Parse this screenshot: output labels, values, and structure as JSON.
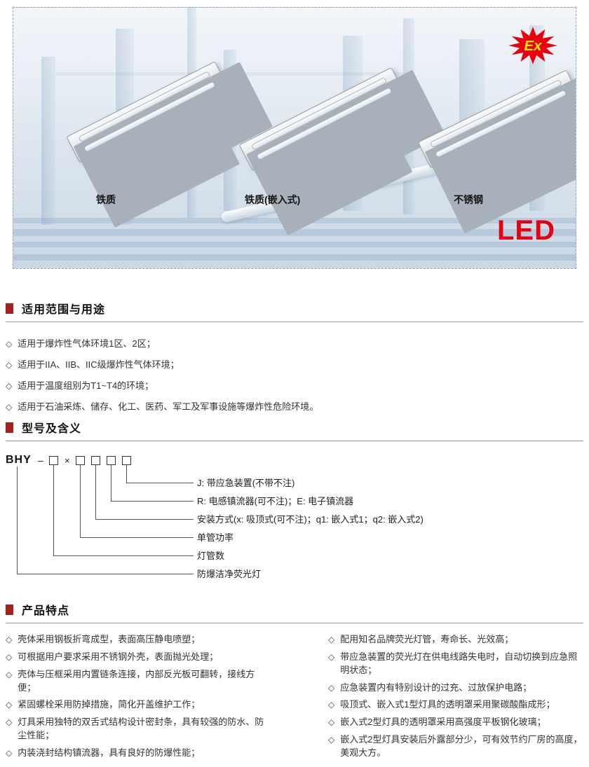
{
  "bullet": "◇",
  "hero": {
    "lamp_labels": [
      "铁质",
      "铁质(嵌入式)",
      "不锈钢"
    ],
    "ex_text": "Ex",
    "led_text": "LED"
  },
  "scope": {
    "title": "适用范围与用途",
    "items": [
      "适用于爆炸性气体环境1区、2区；",
      "适用于IIA、IIB、IIC级爆炸性气体环境；",
      "适用于温度组别为T1~T4的环境；",
      "适用于石油采炼、储存、化工、医药、军工及军事设施等爆炸性危险环境。"
    ]
  },
  "model": {
    "title": "型号及含义",
    "prefix": "BHY",
    "dash": "–",
    "times": "×",
    "labels": [
      "J: 带应急装置(不带不注)",
      "R: 电感镇流器(可不注)；E: 电子镇流器",
      "安装方式(x: 吸顶式(可不注)；q1: 嵌入式1；q2: 嵌入式2)",
      "单管功率",
      "灯管数",
      "防爆洁净荧光灯"
    ]
  },
  "features": {
    "title": "产品特点",
    "left": [
      "壳体采用钢板折弯成型，表面高压静电喷塑；",
      "可根据用户要求采用不锈钢外壳，表面抛光处理；",
      "壳体与压框采用内置链条连接，内部反光板可翻转，接线方便；",
      "紧固螺栓采用防掉措施，简化开盖维护工作；",
      "灯具采用独特的双舌式结构设计密封条，具有较强的防水、防尘性能；",
      "内装浇封结构镇流器，具有良好的防爆性能；"
    ],
    "right": [
      "配用知名品牌荧光灯管，寿命长、光效高；",
      "带应急装置的荧光灯在供电线路失电时，自动切换到应急照明状态；",
      "应急装置内有特别设计的过充、过放保护电路；",
      "吸顶式、嵌入式1型灯具的透明罩采用聚碳酸酯成形；",
      "嵌入式2型灯具的透明罩采用高强度平板钢化玻璃；",
      "嵌入式2型灯具安装后外露部分少，可有效节约厂房的高度，美观大方。"
    ]
  },
  "colors": {
    "accent_red": "#a6201e",
    "led_red": "#e60012",
    "ex_red": "#e8000d"
  }
}
